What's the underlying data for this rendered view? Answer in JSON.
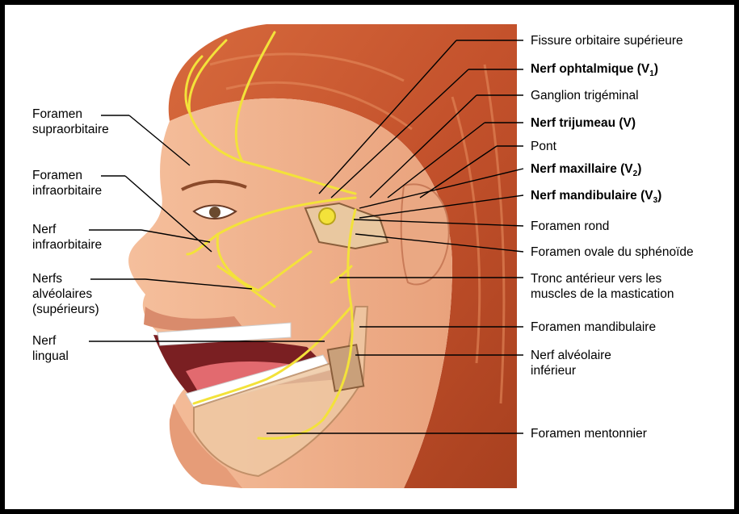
{
  "left_labels": [
    {
      "text": "Foramen\nsupraorbitaire"
    },
    {
      "text": "Foramen\ninfraorbitaire"
    },
    {
      "text": "Nerf\ninfraorbitaire"
    },
    {
      "text": "Nerfs\nalvéolaires\n(supérieurs)"
    },
    {
      "text": "Nerf\nlingual"
    }
  ],
  "right_labels": [
    {
      "text": "Fissure orbitaire supérieure",
      "bold": false
    },
    {
      "text": "Nerf ophtalmique (V",
      "sub": "1",
      "tail": ")",
      "bold": true
    },
    {
      "text": "Ganglion trigéminal",
      "bold": false
    },
    {
      "text": "Nerf trijumeau (V)",
      "bold": true
    },
    {
      "text": "Pont",
      "bold": false
    },
    {
      "text": "Nerf maxillaire (V",
      "sub": "2",
      "tail": ")",
      "bold": true
    },
    {
      "text": "Nerf mandibulaire (V",
      "sub": "3",
      "tail": ")",
      "bold": true
    },
    {
      "text": "Foramen rond",
      "bold": false
    },
    {
      "text": "Foramen ovale du sphénoïde",
      "bold": false
    },
    {
      "text": "Tronc antérieur vers les\nmuscles de la mastication",
      "bold": false
    },
    {
      "text": "Foramen mandibulaire",
      "bold": false
    },
    {
      "text": "Nerf alvéolaire\ninférieur",
      "bold": false
    },
    {
      "text": "Foramen mentonnier",
      "bold": false
    }
  ],
  "colors": {
    "hair": "#c8572f",
    "skin": "#f2b48e",
    "nerve": "#f3e23a",
    "lips": "#c9454a",
    "border": "#000000"
  }
}
